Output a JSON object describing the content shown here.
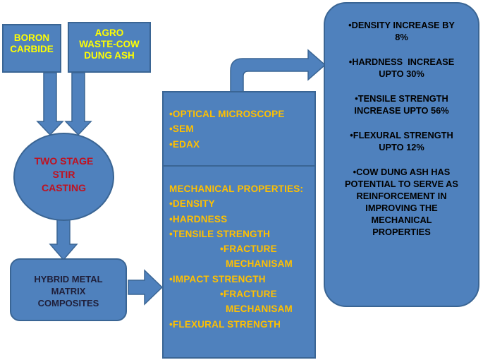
{
  "inputs": {
    "boron": [
      "BORON",
      "CARBIDE"
    ],
    "agro": [
      "AGRO",
      "WASTE-COW",
      "DUNG ASH"
    ]
  },
  "process": [
    "TWO STAGE",
    "STIR",
    "CASTING"
  ],
  "product": [
    "HYBRID METAL",
    "MATRIX",
    "COMPOSITES"
  ],
  "characterization": {
    "microstructure": [
      "•OPTICAL MICROSCOPE",
      "•SEM",
      "•EDAX"
    ],
    "mechanical_title": "MECHANICAL PROPERTIES:",
    "mechanical": [
      {
        "text": "•DENSITY",
        "indent": false
      },
      {
        "text": "•HARDNESS",
        "indent": false
      },
      {
        "text": "•TENSILE STRENGTH",
        "indent": false
      },
      {
        "text": "•FRACTURE",
        "indent": true
      },
      {
        "text": "MECHANISAM",
        "indent": true
      },
      {
        "text": "•IMPACT STRENGTH",
        "indent": false
      },
      {
        "text": "•FRACTURE",
        "indent": true
      },
      {
        "text": "MECHANISAM",
        "indent": true
      },
      {
        "text": "•FLEXURAL STRENGTH",
        "indent": false
      }
    ]
  },
  "results": [
    [
      "•DENSITY INCREASE BY",
      "8%"
    ],
    [
      "•HARDNESS  INCREASE",
      "UPTO 30%"
    ],
    [
      "•TENSILE STRENGTH",
      "INCREASE UPTO 56%"
    ],
    [
      "•FLEXURAL STRENGTH",
      "UPTO 12%"
    ],
    [
      "•COW DUNG ASH HAS",
      "POTENTIAL TO SERVE AS",
      "REINFORCEMENT IN",
      "IMPROVING THE",
      "MECHANICAL",
      "PROPERTIES"
    ]
  ],
  "colors": {
    "box_fill": "#4f81bd",
    "box_border": "#3a6594",
    "input_text": "#ffff00",
    "process_text": "#c0111f",
    "property_text": "#ffc000"
  }
}
